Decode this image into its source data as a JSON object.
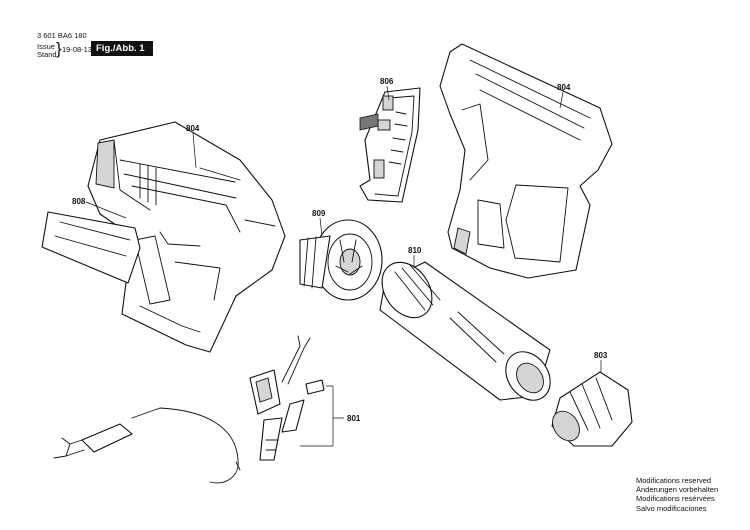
{
  "header": {
    "code": "3 601 BA6 180",
    "issue_label": "Issue",
    "stand_label": "Stand",
    "date": "19-08-13",
    "fig_label": "Fig./Abb. 1"
  },
  "parts": {
    "p804_left": "804",
    "p804_right": "804",
    "p806": "806",
    "p808": "808",
    "p809": "809",
    "p810": "810",
    "p803": "803",
    "p801": "801"
  },
  "notes": [
    "Modifications reserved",
    "Änderungen vorbehalten",
    "Modifications resérvées",
    "Salvo modificaciones"
  ],
  "icons": {
    "main": "exploded-parts-diagram"
  }
}
